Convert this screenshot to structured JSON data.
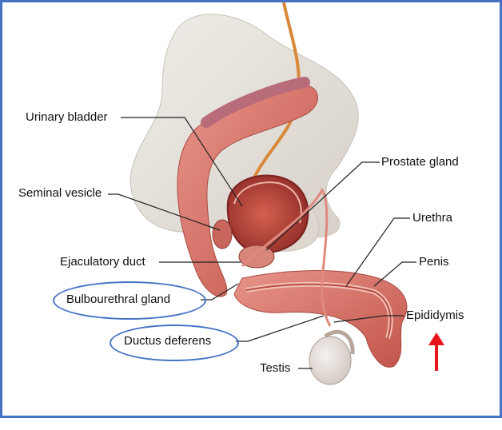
{
  "labels": {
    "urinary_bladder": "Urinary bladder",
    "seminal_vesicle": "Seminal vesicle",
    "ejaculatory_duct": "Ejaculatory duct",
    "bulbourethral_gland": "Bulbourethral gland",
    "ductus_deferens": "Ductus deferens",
    "testis": "Testis",
    "prostate_gland": "Prostate gland",
    "urethra": "Urethra",
    "penis": "Penis",
    "epididymis": "Epididymis"
  },
  "highlighted": [
    "Bulbourethral gland",
    "Ductus deferens"
  ],
  "colors": {
    "frame_border": "#4472c4",
    "highlight_ellipse": "#4472c4",
    "arrow": "#e8141c",
    "bone": "#e6e2dc",
    "flesh": "#d9786e",
    "bladder_interior": "#b8403a",
    "ureter": "#d9893a",
    "testis": "#ece6e2"
  },
  "icons": [
    "red-up-arrow-icon"
  ]
}
